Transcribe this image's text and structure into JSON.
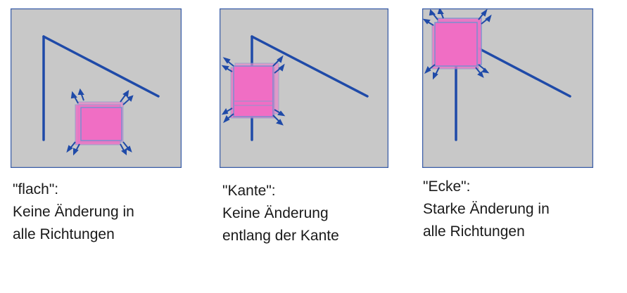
{
  "panels": [
    {
      "title": "\"flach\":",
      "line1": "Keine Änderung in",
      "line2": "alle Richtungen"
    },
    {
      "title": "\"Kante\":",
      "line1": "Keine Änderung",
      "line2": "entlang der Kante"
    },
    {
      "title": "\"Ecke\":",
      "line1": "Starke Änderung in",
      "line2": "alle Richtungen"
    }
  ],
  "colors": {
    "panel_bg": "#c8c8c8",
    "panel_border": "#3a5da8",
    "shape_line": "#1f4aa8",
    "window_fill": "#f06ec4",
    "window_border": "#7a8fcf",
    "arrow": "#1f4aa8"
  }
}
